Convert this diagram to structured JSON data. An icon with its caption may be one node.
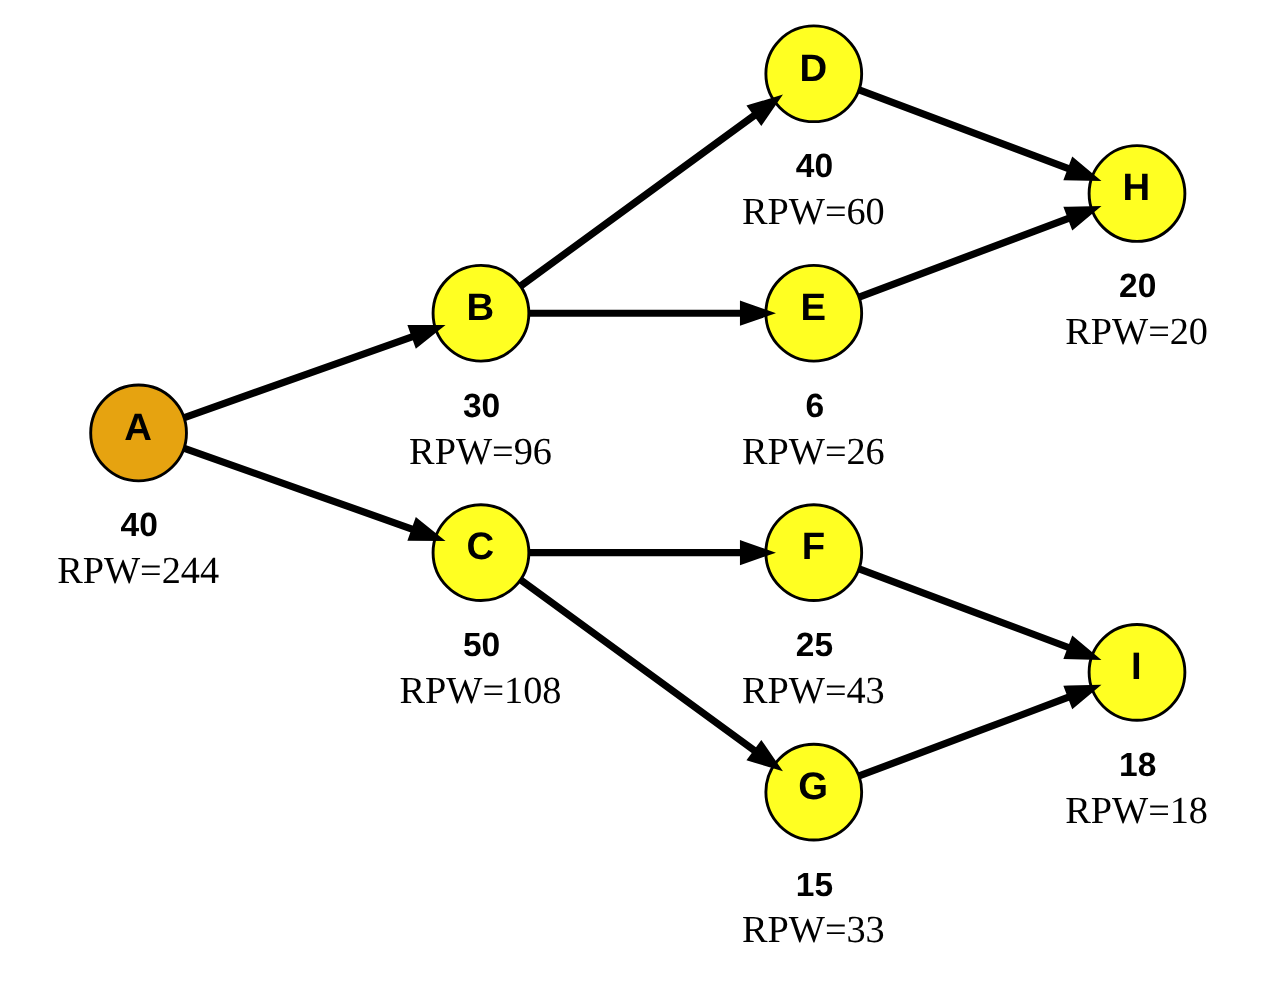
{
  "diagram": {
    "nodes": [
      {
        "text": [
          "A"
        ],
        "beside": [
          "40",
          "RPW=244"
        ]
      },
      {
        "text": [
          "B"
        ],
        "beside": [
          "30",
          "RPW=96"
        ]
      },
      {
        "text": [
          "C"
        ],
        "beside": [
          "50",
          "RPW=108"
        ]
      },
      {
        "text": [
          "D"
        ],
        "beside": [
          "40",
          "RPW=60"
        ]
      },
      {
        "text": [
          "E"
        ],
        "beside": [
          "6",
          "RPW=26"
        ]
      },
      {
        "text": [
          "F"
        ],
        "beside": [
          "25",
          "RPW=43"
        ]
      },
      {
        "text": [
          "G"
        ],
        "beside": [
          "15",
          "RPW=33"
        ]
      },
      {
        "text": [
          "H"
        ],
        "beside": [
          "20",
          "RPW=20"
        ]
      },
      {
        "text": [
          "I"
        ],
        "beside": [
          "18",
          "RPW=18"
        ]
      }
    ],
    "edges": [
      {
        "from": 0,
        "to": 1,
        "arrow": "to"
      },
      {
        "from": 0,
        "to": 2,
        "arrow": "to"
      },
      {
        "from": 1,
        "to": 3,
        "arrow": "to"
      },
      {
        "from": 1,
        "to": 4,
        "arrow": "to"
      },
      {
        "from": 3,
        "to": 7,
        "arrow": "to"
      },
      {
        "from": 4,
        "to": 7,
        "arrow": "to"
      },
      {
        "from": 2,
        "to": 5,
        "arrow": "to"
      },
      {
        "from": 2,
        "to": 6,
        "arrow": "to"
      },
      {
        "from": 5,
        "to": 8,
        "arrow": "to"
      },
      {
        "from": 6,
        "to": 8,
        "arrow": "to"
      }
    ]
  }
}
